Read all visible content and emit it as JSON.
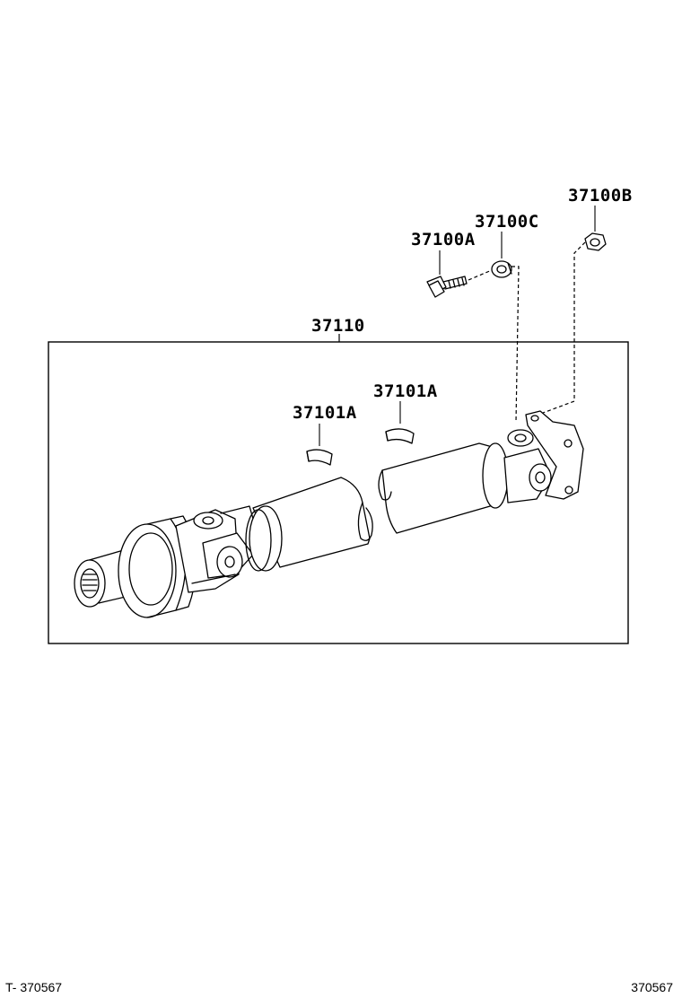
{
  "labels": {
    "bolt": "37100A",
    "washer": "37100C",
    "nut": "37100B",
    "assembly": "37110",
    "weight_left": "37101A",
    "weight_right": "37101A"
  },
  "footer": {
    "left": "T- 370567",
    "right": "370567"
  }
}
